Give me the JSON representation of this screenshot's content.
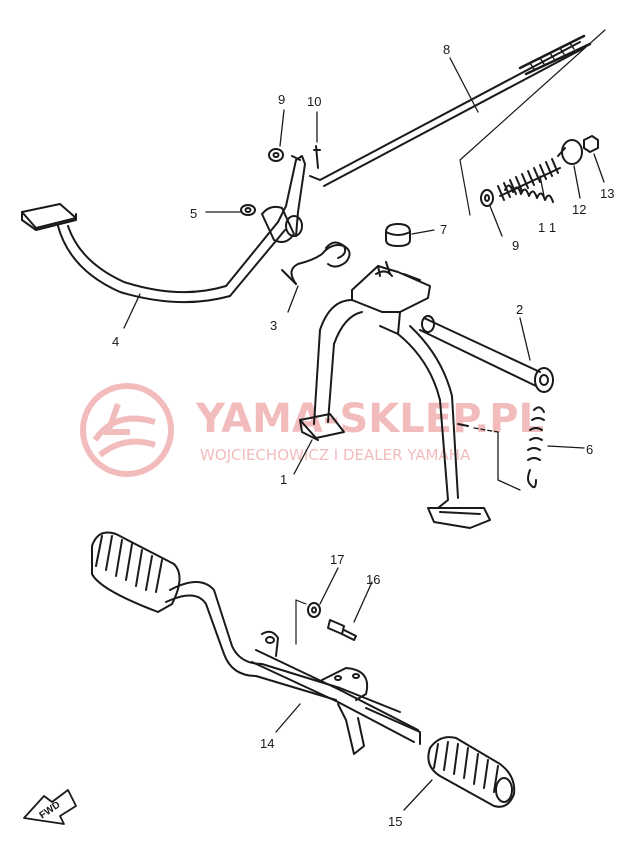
{
  "watermark": {
    "line1": "YAMA-SKLEP.PL",
    "line2": "WOJCIECHOWICZ I DEALER YAMAHA",
    "color": "#f1b5b5"
  },
  "fwd_label": "FWD",
  "callouts": [
    {
      "id": "1",
      "label": "1"
    },
    {
      "id": "2",
      "label": "2"
    },
    {
      "id": "3",
      "label": "3"
    },
    {
      "id": "4",
      "label": "4"
    },
    {
      "id": "5",
      "label": "5"
    },
    {
      "id": "6",
      "label": "6"
    },
    {
      "id": "7",
      "label": "7"
    },
    {
      "id": "8",
      "label": "8"
    },
    {
      "id": "9a",
      "label": "9"
    },
    {
      "id": "9b",
      "label": "9"
    },
    {
      "id": "10",
      "label": "10"
    },
    {
      "id": "11",
      "label": "1 1"
    },
    {
      "id": "12",
      "label": "12"
    },
    {
      "id": "13",
      "label": "13"
    },
    {
      "id": "14",
      "label": "14"
    },
    {
      "id": "15",
      "label": "15"
    },
    {
      "id": "16",
      "label": "16"
    },
    {
      "id": "17",
      "label": "17"
    }
  ],
  "colors": {
    "ink": "#1a1a1a",
    "paper": "#ffffff"
  }
}
